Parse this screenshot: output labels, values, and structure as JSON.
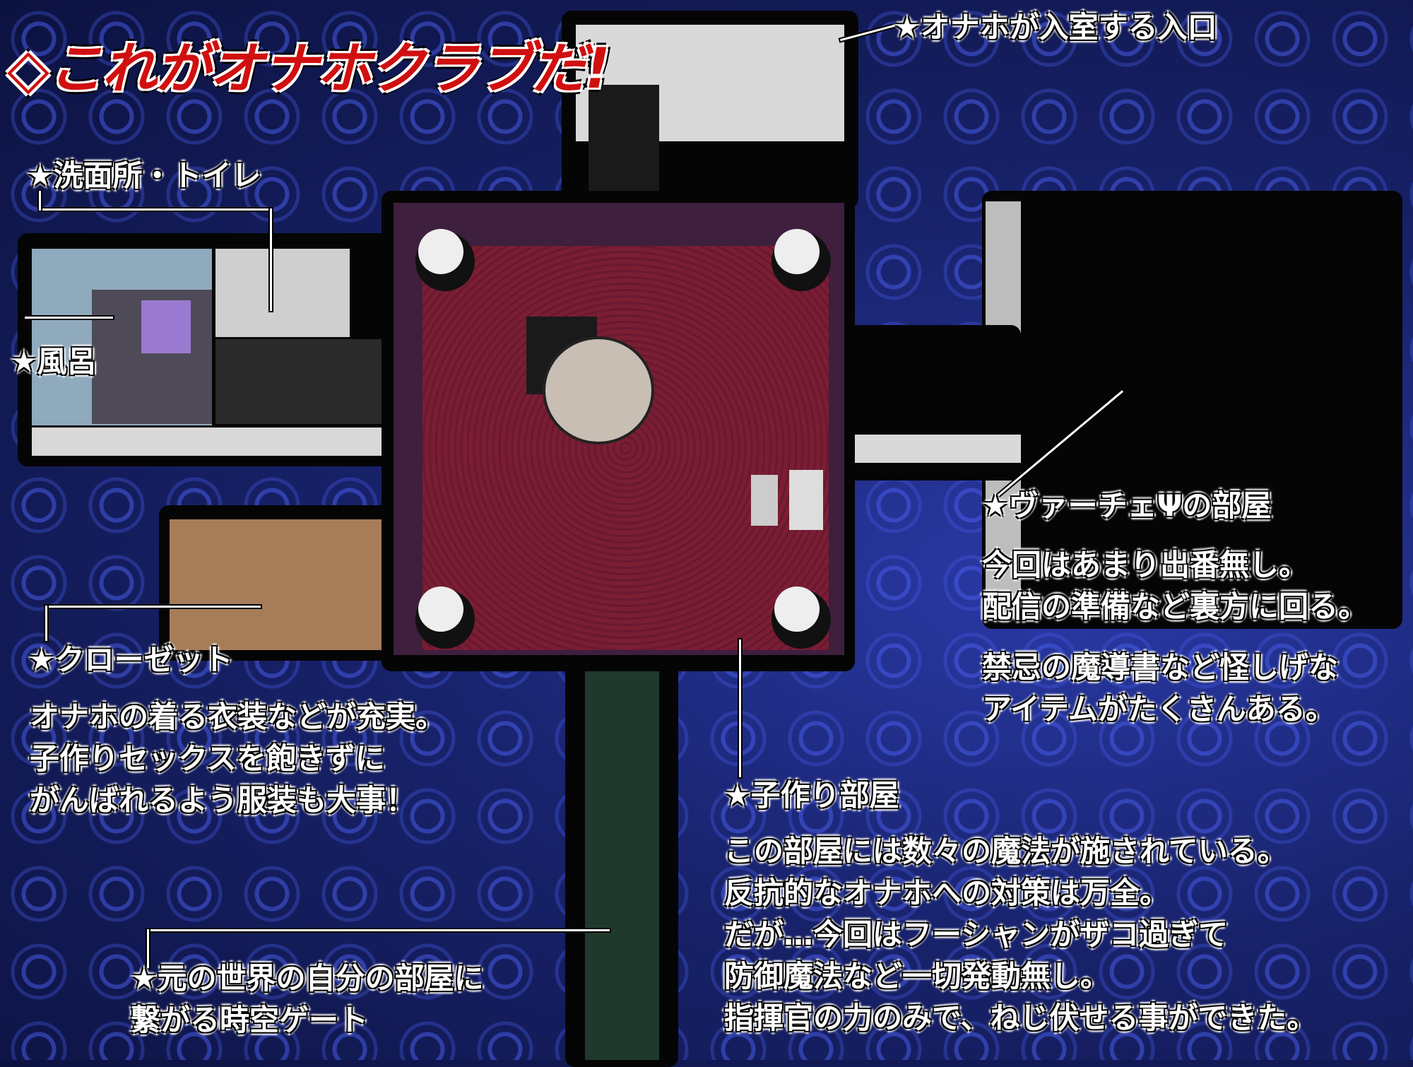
{
  "title": "◇これがオナホクラブだ!",
  "labels": {
    "entrance": "★オナホが入室する入口",
    "washroom": "★洗面所・トイレ",
    "bath": "★風呂",
    "virtue_room": {
      "name": "★ヴァーチェΨの部屋",
      "desc1": [
        "今回はあまり出番無し。",
        "配信の準備など裏方に回る。"
      ],
      "desc2": [
        "禁忌の魔導書など怪しげな",
        "アイテムがたくさんある。"
      ]
    },
    "closet": {
      "name": "★クローゼット",
      "desc": [
        "オナホの着る衣装などが充実。",
        "子作りセックスを飽きずに",
        "がんばれるよう服装も大事！"
      ]
    },
    "breeding_room": {
      "name": "★子作り部屋",
      "desc": [
        "この部屋には数々の魔法が施されている。",
        "反抗的なオナホへの対策は万全。",
        "だが…今回はフーシャンがザコ過ぎて",
        "防御魔法など一切発動無し。",
        "指揮官の力のみで、ねじ伏せる事ができた。"
      ]
    },
    "gate": [
      "★元の世界の自分の部屋に",
      "繋がる時空ゲート"
    ]
  },
  "colors": {
    "title": "#d01010",
    "carpet": "#7a1e33",
    "background": "#18226a"
  }
}
